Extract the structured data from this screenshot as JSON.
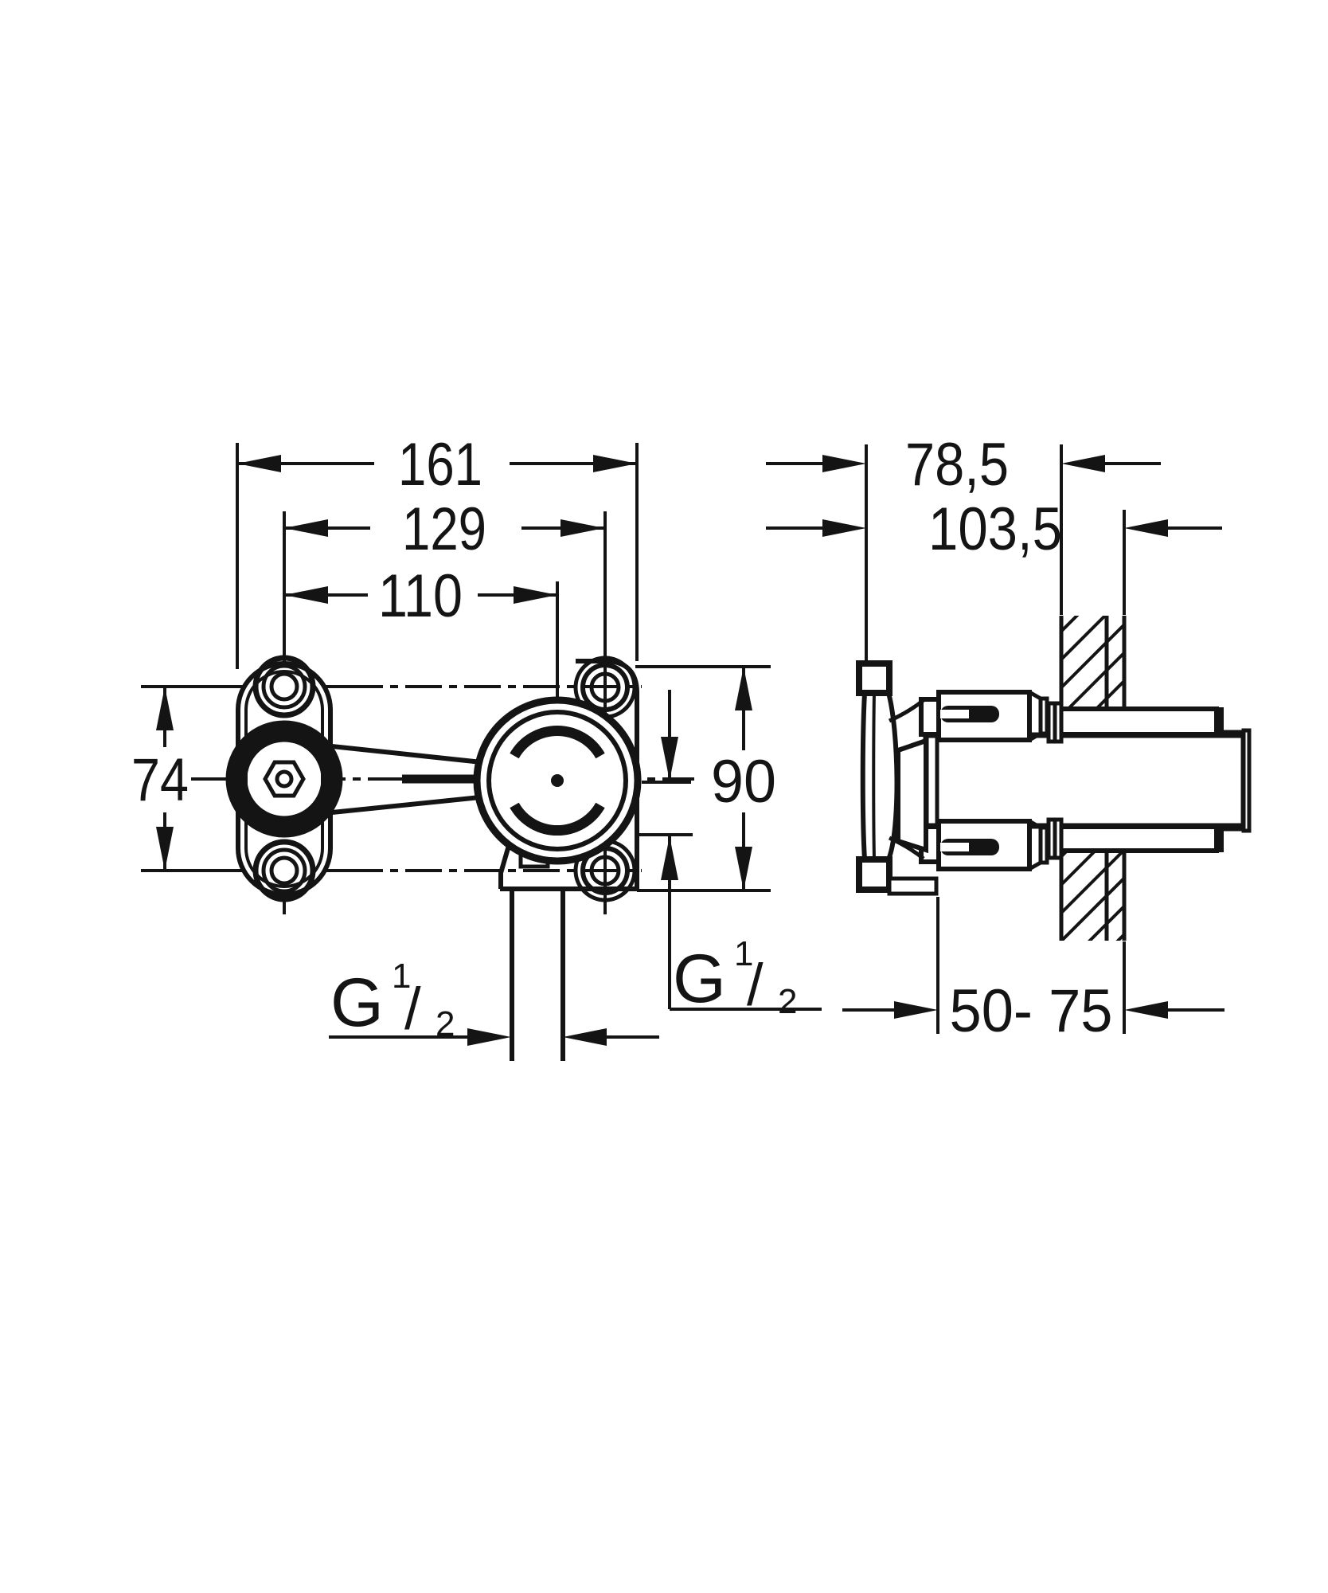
{
  "drawing_type": "technical rough-in installation drawing",
  "colors": {
    "ink": "#141414",
    "paper": "#ffffff"
  },
  "dimensions": {
    "front": {
      "overall_width": "161",
      "screws_width": "129",
      "center_width": "110",
      "bracket_screw_spacing": "74",
      "body_height": "90"
    },
    "side": {
      "min_depth": "78,5",
      "max_depth": "103,5",
      "embedment_range": "50- 75"
    }
  },
  "thread_label": {
    "prefix": "G",
    "numerator": "1",
    "slash": "/",
    "denominator": "2"
  }
}
